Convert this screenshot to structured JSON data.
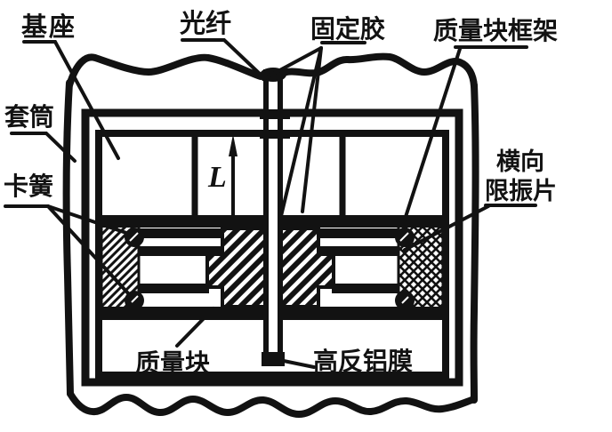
{
  "figure": {
    "type": "engineering-cross-section-diagram",
    "subject": "fiber-optic accelerometer sensor head",
    "colors": {
      "ink": "#121212",
      "paper": "#ffffff"
    },
    "labels": {
      "base": "基座",
      "fiber": "光纤",
      "fixing_glue": "固定胶",
      "mass_block_frame": "质量块框架",
      "sleeve": "套筒",
      "snap_spring": "卡簧",
      "lateral_limiter_line1": "横向",
      "lateral_limiter_line2": "限振片",
      "mass_block": "质量块",
      "reflective_film": "高反铝膜",
      "fiber_free_length": "L"
    }
  }
}
